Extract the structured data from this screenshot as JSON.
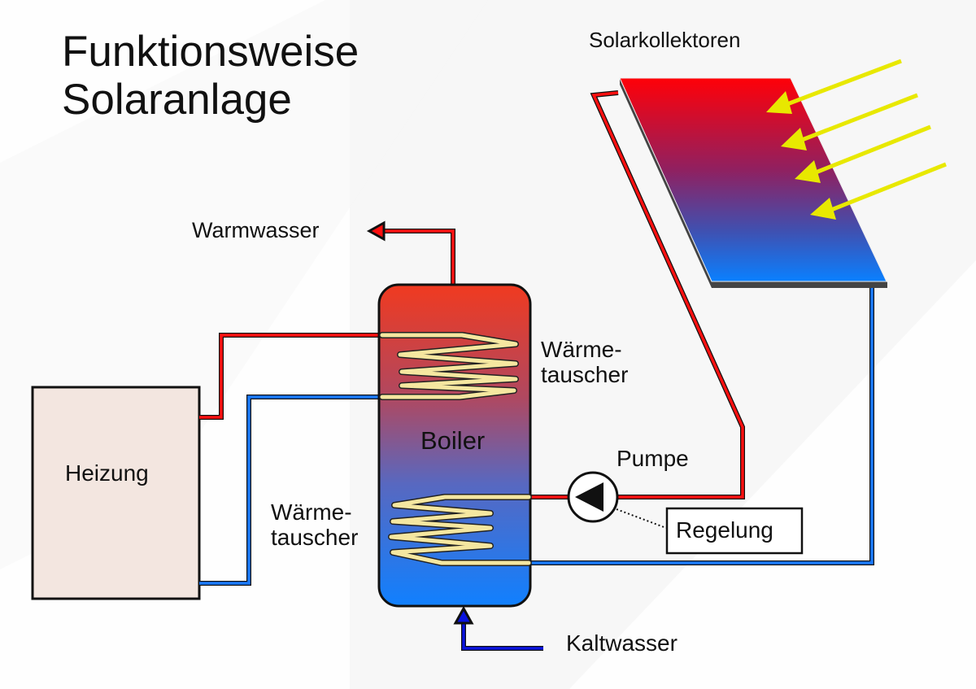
{
  "title": {
    "line1": "Funktionsweise",
    "line2": "Solaranlage"
  },
  "labels": {
    "solar_collectors": "Solarkollektoren",
    "hot_water": "Warmwasser",
    "cold_water": "Kaltwasser",
    "boiler": "Boiler",
    "heating": "Heizung",
    "pump": "Pumpe",
    "controller": "Regelung",
    "heat_exchanger_upper": {
      "line1": "Wärme-",
      "line2": "tauscher"
    },
    "heat_exchanger_lower": {
      "line1": "Wärme-",
      "line2": "tauscher"
    }
  },
  "colors": {
    "hot_pipe": "#ff1010",
    "cold_pipe": "#1a7aff",
    "cold_water_pipe": "#0a14e0",
    "coil": "#f5e7a0",
    "sun_rays": "#e8e800",
    "heating_box": "#f3e6e0",
    "collector_top": "#ff0008",
    "collector_bottom": "#0a80ff",
    "boiler_top": "#f03a20",
    "boiler_bottom": "#1080ff"
  }
}
